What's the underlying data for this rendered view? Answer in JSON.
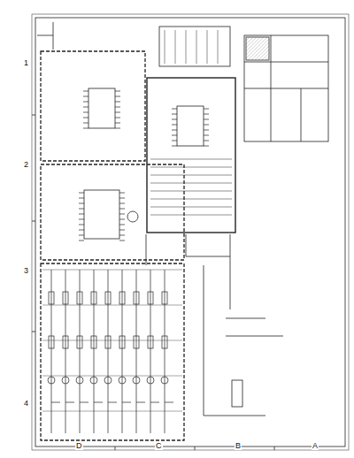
{
  "diagram": {
    "labels": [
      "4",
      "3",
      "2",
      "1",
      "A",
      "B",
      "C",
      "D"
    ]
  }
}
